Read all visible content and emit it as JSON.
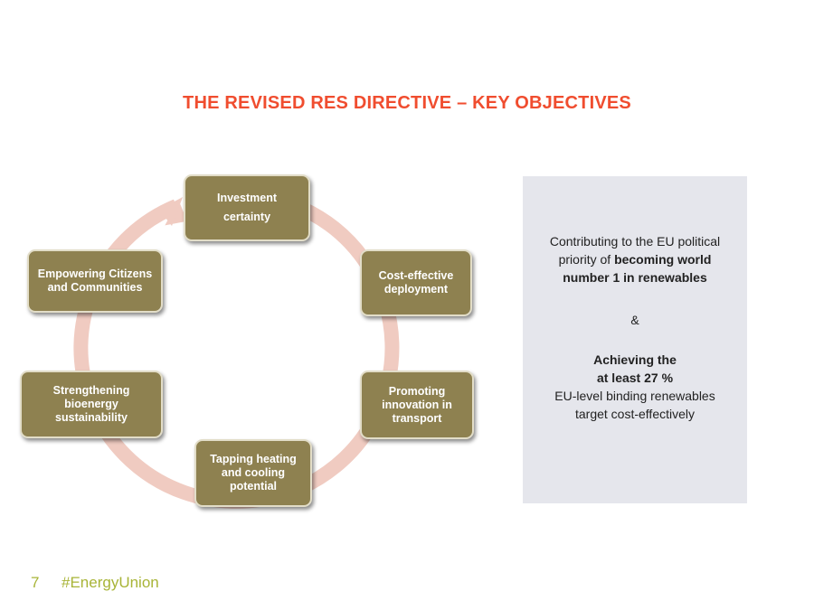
{
  "title": "THE REVISED RES DIRECTIVE – KEY OBJECTIVES",
  "cycle": {
    "ring_color": "#f0cbc1",
    "box_color": "#8e8150",
    "items": [
      {
        "line1": "Investment",
        "line2": "certainty",
        "line3": ""
      },
      {
        "line1": "Cost-effective",
        "line2": "deployment",
        "line3": ""
      },
      {
        "line1": "Promoting",
        "line2": "innovation in",
        "line3": "transport"
      },
      {
        "line1": "Tapping heating",
        "line2": "and cooling",
        "line3": "potential"
      },
      {
        "line1": "Strengthening",
        "line2": "bioenergy",
        "line3": "sustainability"
      },
      {
        "line1": "Empowering Citizens",
        "line2": "and Communities",
        "line3": ""
      }
    ]
  },
  "panel": {
    "p1_line1": "Contributing to the EU political",
    "p1_line2_normal": "priority of ",
    "p1_line2_bold": "becoming world",
    "p1_line3_bold": "number 1 in renewables",
    "ampersand": "&",
    "p2_line1_bold": "Achieving the",
    "p2_line2_bold": "at least 27 %",
    "p2_line3": "EU-level binding renewables",
    "p2_line4": "target cost-effectively"
  },
  "footer": {
    "page_number": "7",
    "hashtag": "#EnergyUnion",
    "color": "#a8b437"
  }
}
